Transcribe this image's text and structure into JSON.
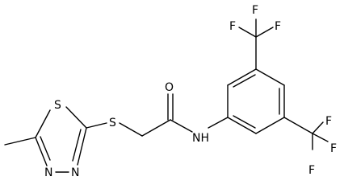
{
  "atoms": {
    "sulfur_ring": "S",
    "sulfur_thioether": "S",
    "oxygen": "O",
    "amide_nh": "NH",
    "ring_n1": "N",
    "ring_n2": "N",
    "f_top_1": "F",
    "f_top_2": "F",
    "f_top_3": "F",
    "f_right_1": "F",
    "f_right_2": "F",
    "f_right_3": "F"
  }
}
